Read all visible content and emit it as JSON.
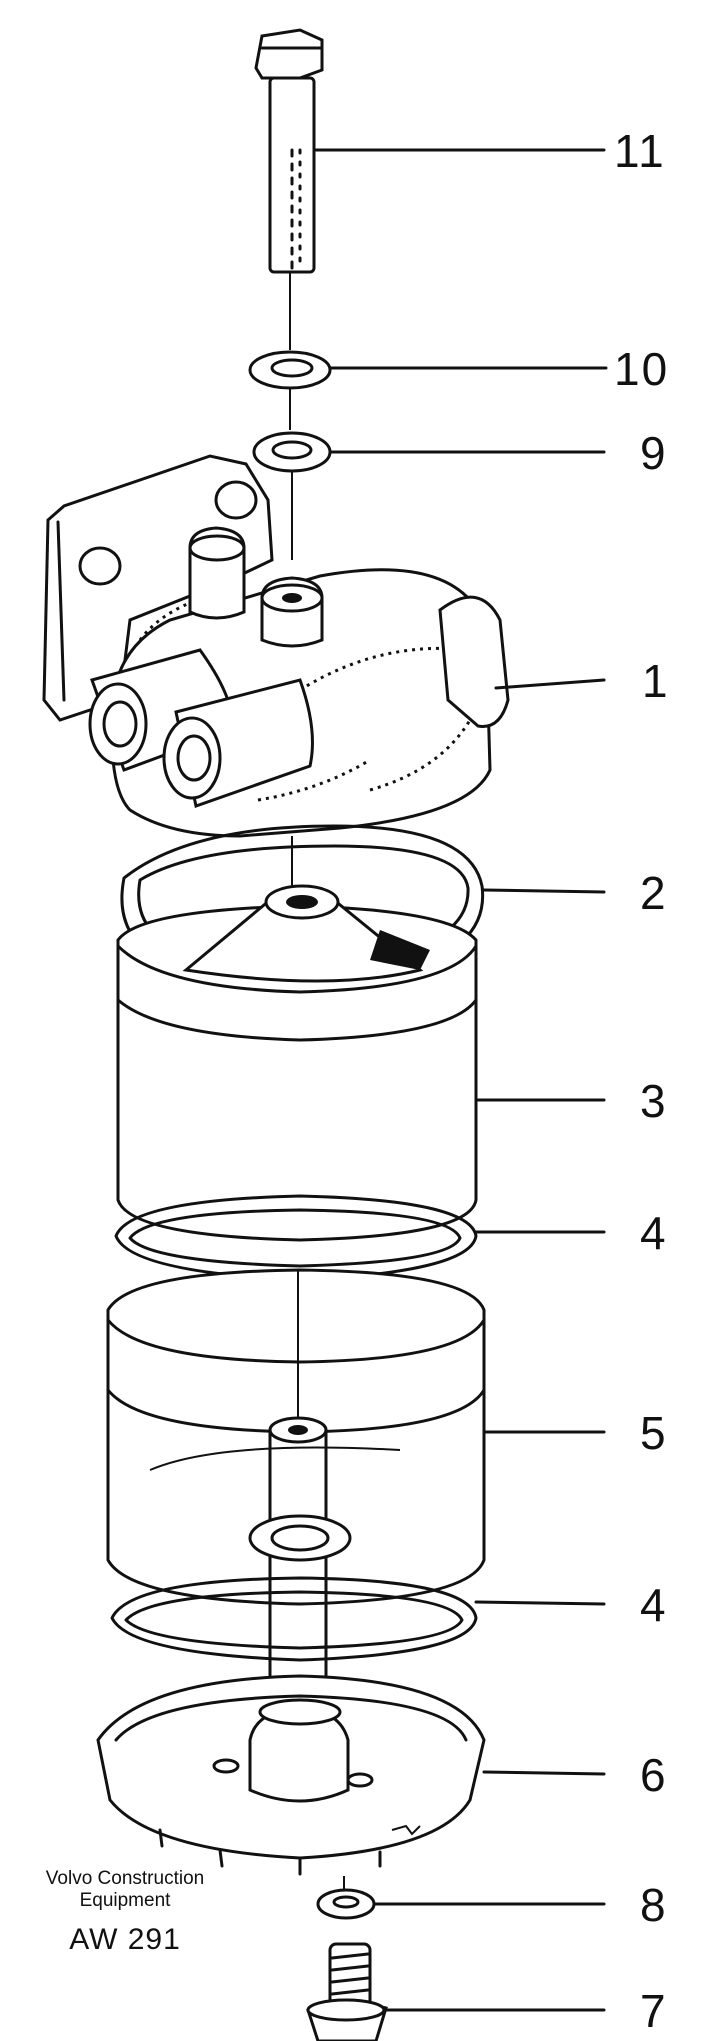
{
  "diagram": {
    "callouts": [
      "11",
      "10",
      "9",
      "1",
      "2",
      "3",
      "4",
      "5",
      "4",
      "6",
      "8",
      "7"
    ],
    "credit": {
      "line1": "Volvo Construction",
      "line2": "Equipment",
      "code": "AW 291"
    }
  }
}
